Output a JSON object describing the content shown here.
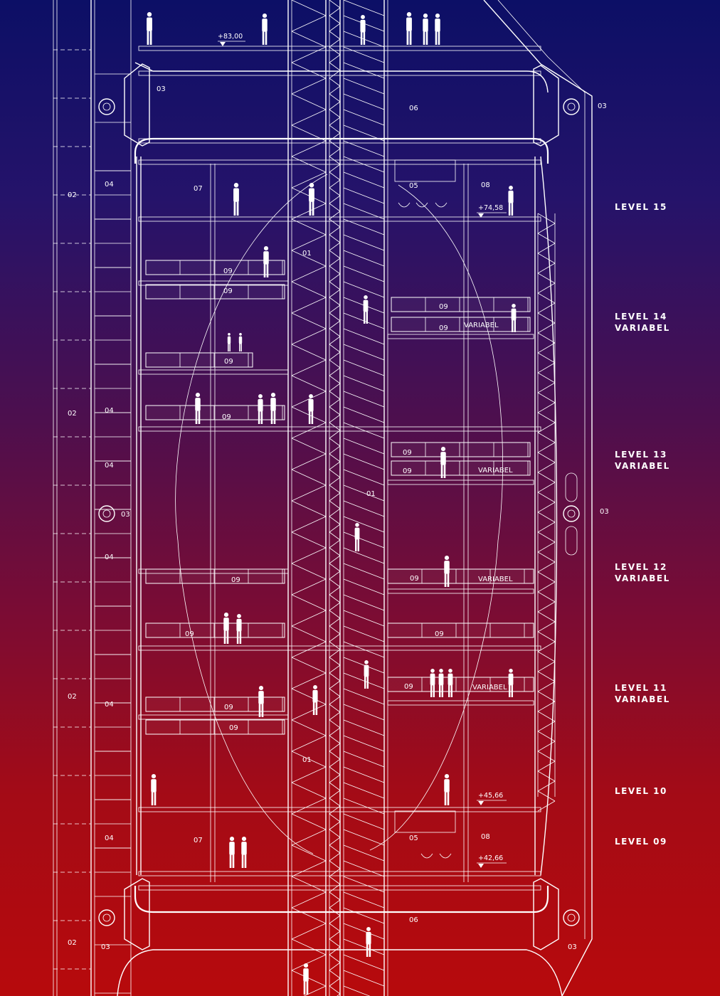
{
  "room_labels": {
    "r01": "01",
    "r02": "02",
    "r03": "03",
    "r04": "04",
    "r05": "05",
    "r06": "06",
    "r07": "07",
    "r08": "08",
    "r09": "09"
  },
  "variable_label": "VARIABEL",
  "elevations": {
    "top": "+83,00",
    "level15": "+74,58",
    "level10": "+45,66",
    "level09": "+42,66"
  },
  "levels": [
    {
      "name": "LEVEL 15",
      "sub": ""
    },
    {
      "name": "LEVEL 14",
      "sub": "VARIABEL"
    },
    {
      "name": "LEVEL 13",
      "sub": "VARIABEL"
    },
    {
      "name": "LEVEL 12",
      "sub": "VARIABEL"
    },
    {
      "name": "LEVEL 11",
      "sub": "VARIABEL"
    },
    {
      "name": "LEVEL 10",
      "sub": ""
    },
    {
      "name": "LEVEL 09",
      "sub": ""
    }
  ],
  "colors": {
    "gradient_top": "#0c0f66",
    "gradient_bottom": "#b70a0c",
    "line": "#ffffff"
  }
}
